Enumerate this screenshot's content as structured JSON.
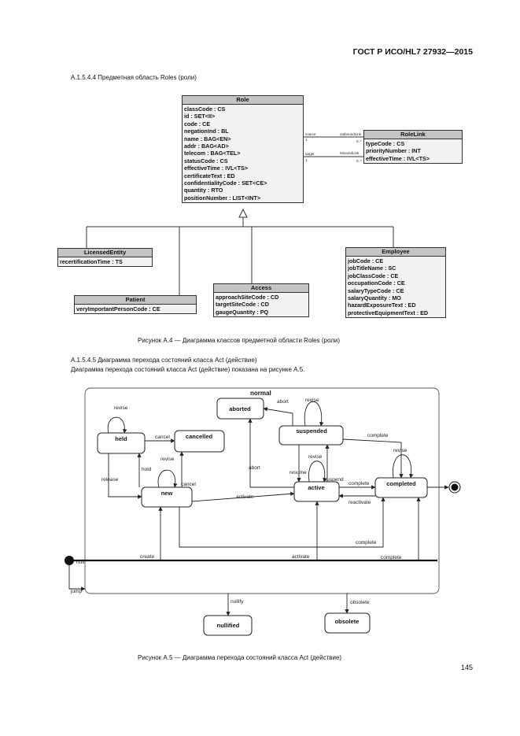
{
  "header": "ГОСТ Р ИСО/HL7 27932—2015",
  "section_a154": "A.1.5.4.4 Предметная область Roles (роли)",
  "fig_a4": {
    "caption": "Рисунок А.4 — Диаграмма классов предметной области Roles (роли)",
    "role": {
      "title": "Role",
      "attrs": [
        "classCode : CS",
        "id : SET<II>",
        "code : CE",
        "negationInd : BL",
        "name : BAG<EN>",
        "addr : BAG<AD>",
        "telecom : BAG<TEL>",
        "statusCode : CS",
        "effectiveTime : IVL<TS>",
        "certificateText : ED",
        "confidentialityCode : SET<CE>",
        "quantity : RTO",
        "positionNumber : LIST<INT>"
      ]
    },
    "rolelink": {
      "title": "RoleLink",
      "attrs": [
        "typeCode : CS",
        "priorityNumber : INT",
        "effectiveTime : IVL<TS>"
      ],
      "source_label": "source",
      "outbound_label": "outboundLink",
      "target_label": "target",
      "inbound_label": "inboundLink",
      "mult_1": "1",
      "mult_0n": "0..*",
      "mult_1b": "1",
      "mult_0nb": "0..*"
    },
    "licensed": {
      "title": "LicensedEntity",
      "attrs": [
        "recertificationTime : TS"
      ]
    },
    "patient": {
      "title": "Patient",
      "attrs": [
        "veryImportantPersonCode : CE"
      ]
    },
    "access": {
      "title": "Access",
      "attrs": [
        "approachSiteCode : CD",
        "targetSiteCode : CD",
        "gaugeQuantity : PQ"
      ]
    },
    "employee": {
      "title": "Employee",
      "attrs": [
        "jobCode : CE",
        "jobTitleName : SC",
        "jobClassCode : CE",
        "occupationCode : CE",
        "salaryTypeCode : CE",
        "salaryQuantity : MO",
        "hazardExposureText : ED",
        "protectiveEquipmentText : ED"
      ]
    }
  },
  "section_a155": "A.1.5.4.5 Диаграмма перехода состояний класса Act (действие)",
  "section_a155_text": "Диаграмма перехода состояний класса Act (действие) показана на рисунке А.5.",
  "fig_a5": {
    "caption": "Рисунок А.5 — Диаграмма перехода состояний класса Act (действие)",
    "normal": "normal",
    "states": {
      "aborted": "aborted",
      "held": "held",
      "cancelled": "cancelled",
      "suspended": "suspended",
      "new": "new",
      "active": "active",
      "completed": "completed",
      "nullified": "nullified",
      "obsolete": "obsolete"
    },
    "labels": {
      "revise_held": "revise",
      "revise_suspended": "revise",
      "revise_new": "revise",
      "revise_active": "revise",
      "revise_completed": "revise",
      "abort_top": "abort",
      "abort_mid": "abort",
      "cancel_held": "cancel",
      "cancel_new": "cancel",
      "hold": "hold",
      "release": "release",
      "complete_suspended": "complete",
      "complete_active": "complete",
      "complete_new": "complete",
      "complete_null": "complete",
      "resume": "resume",
      "suspend": "suspend",
      "reactivate": "reactivate",
      "activate_new": "activate",
      "activate_null": "activate",
      "create": "create",
      "null": "null",
      "jump": "jump",
      "nullify": "nullify",
      "obsolete_label": "obsolete"
    }
  },
  "page_number": "145"
}
